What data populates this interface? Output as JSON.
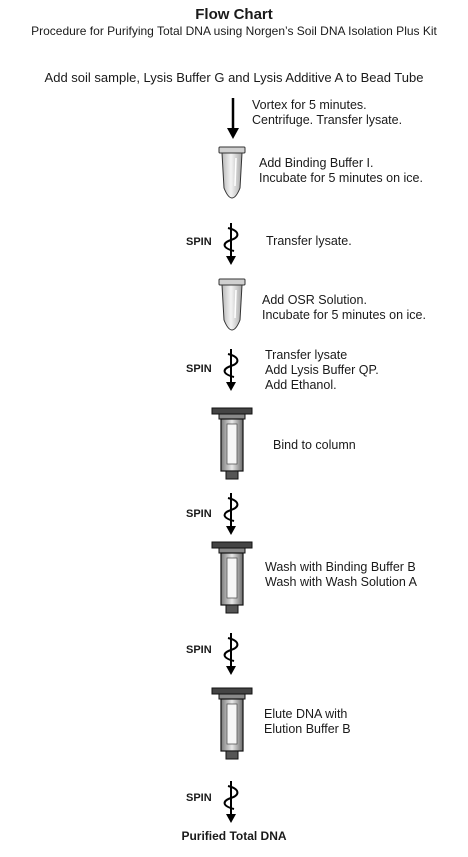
{
  "title": "Flow Chart",
  "subtitle": "Procedure for Purifying Total DNA using Norgen’s Soil DNA Isolation Plus Kit",
  "start_step": "Add soil sample, Lysis Buffer G and Lysis Additive A to Bead Tube",
  "steps": [
    {
      "lines": [
        "Vortex for 5 minutes.",
        "Centrifuge. Transfer lysate."
      ]
    },
    {
      "lines": [
        "Add Binding Buffer I.",
        "Incubate for 5 minutes on ice."
      ]
    },
    {
      "lines": [
        "Transfer lysate."
      ]
    },
    {
      "lines": [
        "Add OSR Solution.",
        "Incubate for 5 minutes on ice."
      ]
    },
    {
      "lines": [
        "Transfer lysate",
        "Add Lysis Buffer QP.",
        "Add Ethanol."
      ]
    },
    {
      "lines": [
        "Bind to column"
      ]
    },
    {
      "lines": [
        "Wash with Binding Buffer B",
        "Wash with Wash Solution A"
      ]
    },
    {
      "lines": [
        "Elute DNA with",
        "Elution Buffer B"
      ]
    }
  ],
  "spin_label": "SPIN",
  "final_step": "Purified Total DNA"
}
